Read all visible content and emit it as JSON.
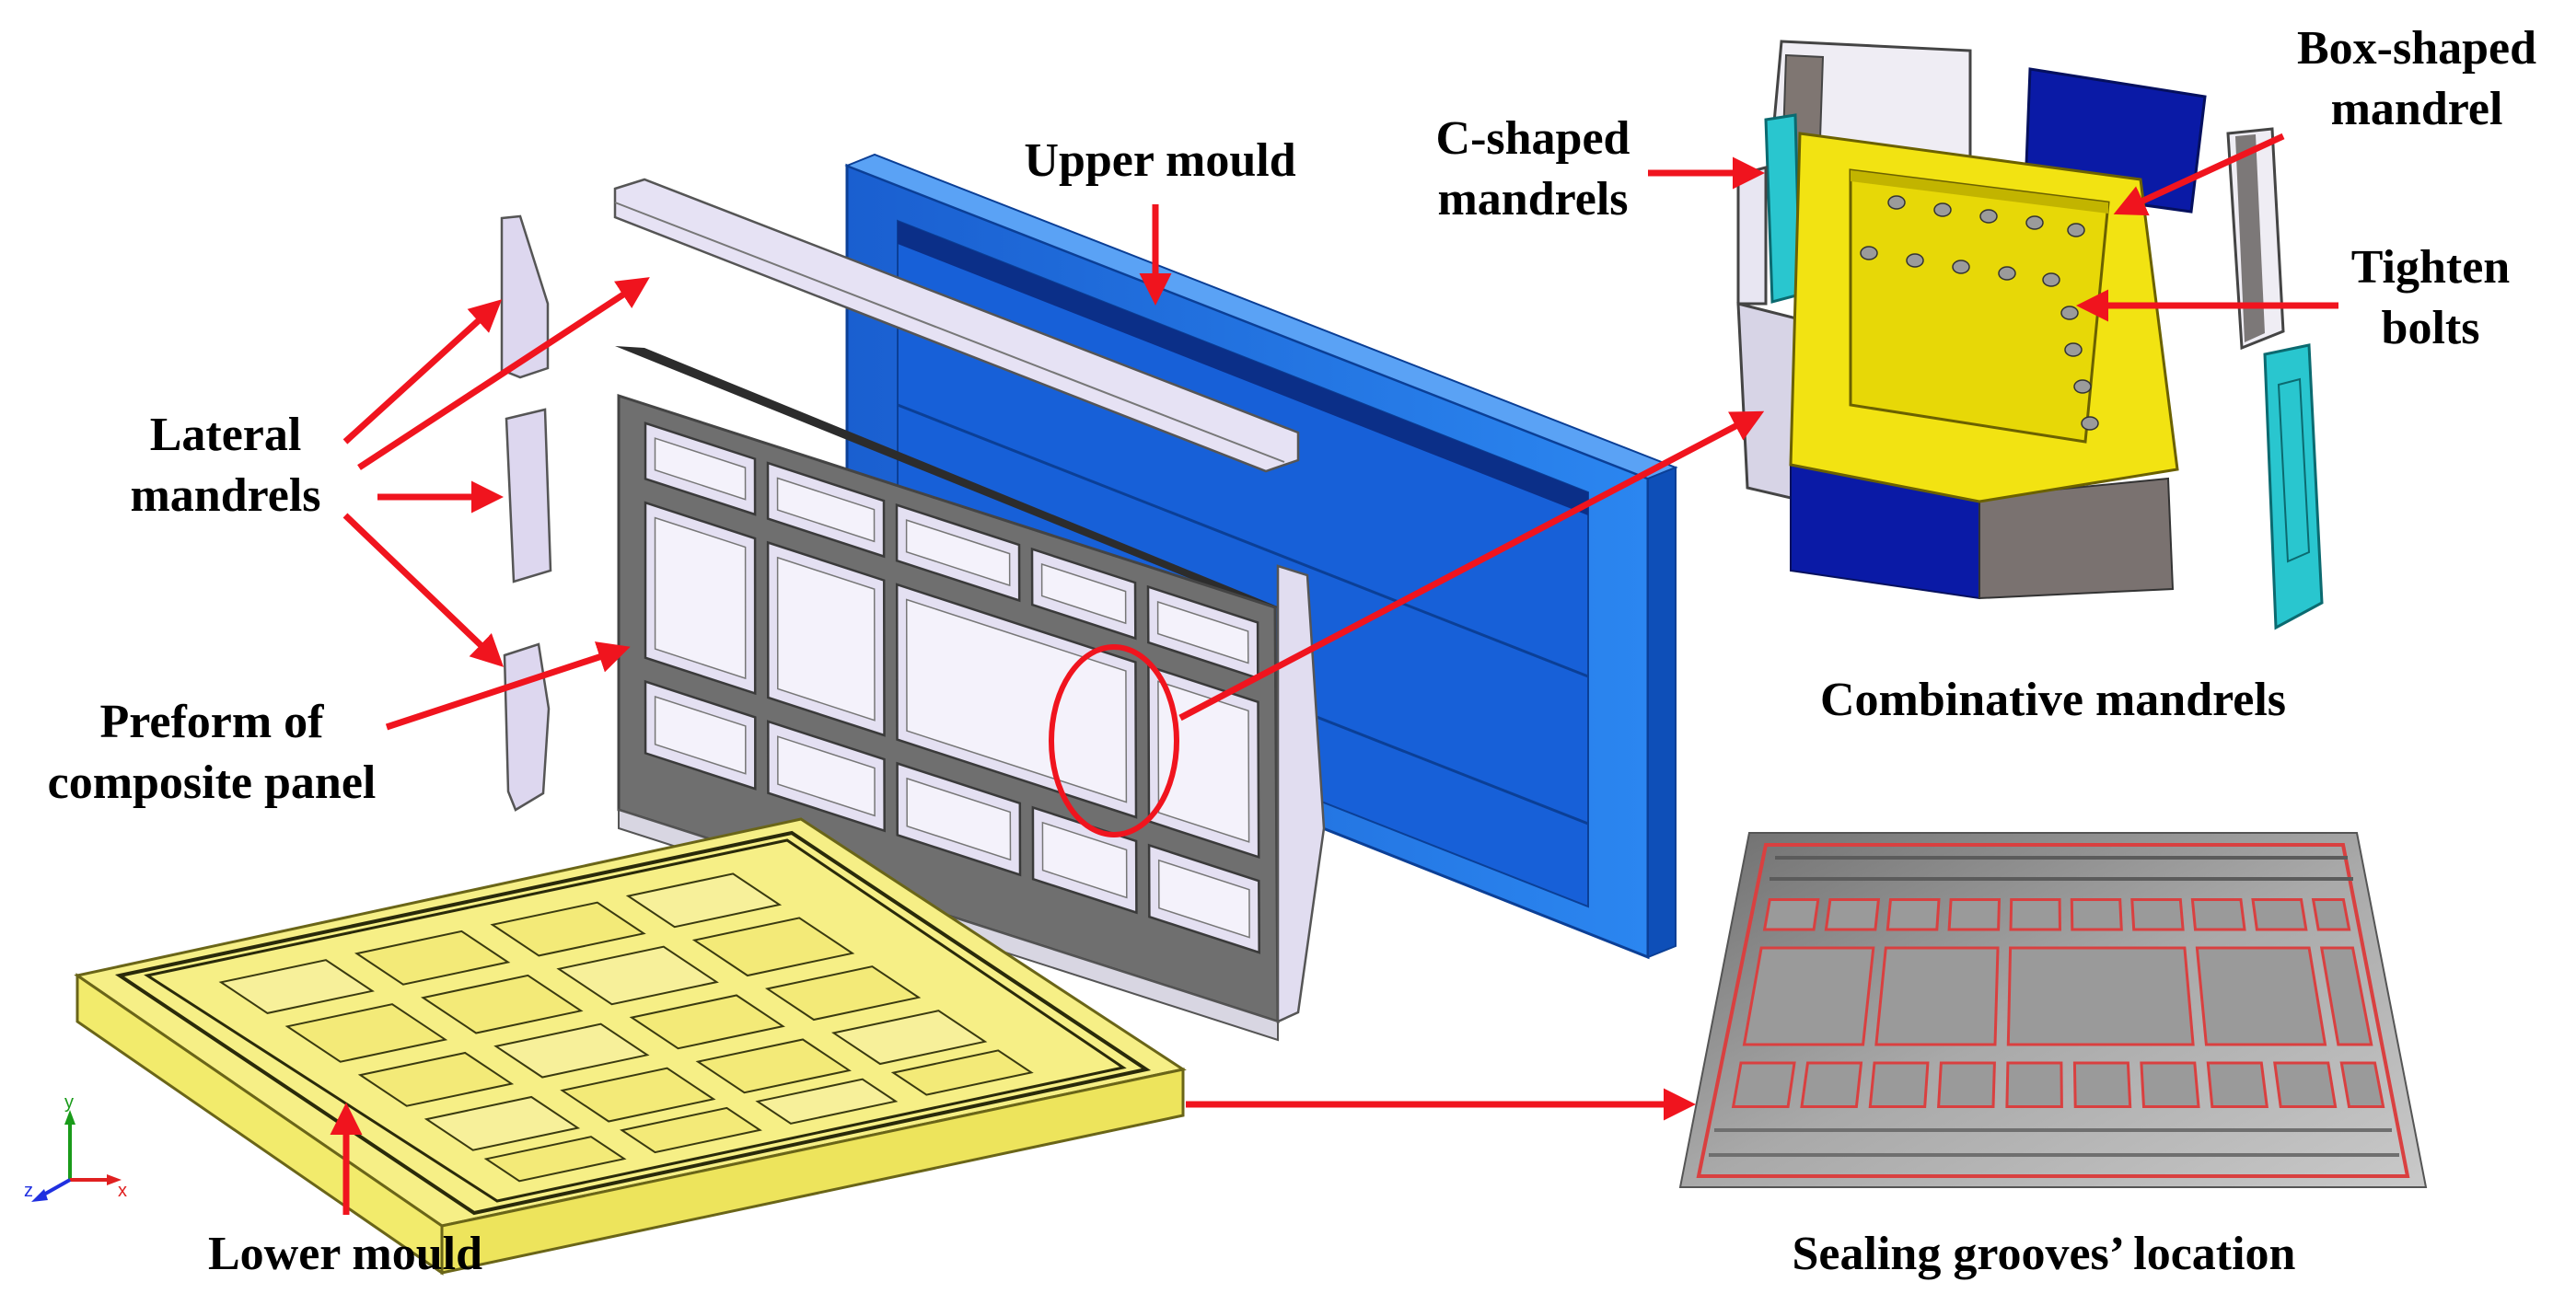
{
  "labels": {
    "upper_mould": "Upper mould",
    "lateral_mandrels_l1": "Lateral",
    "lateral_mandrels_l2": "mandrels",
    "preform_l1": "Preform of",
    "preform_l2": "composite panel",
    "lower_mould": "Lower mould",
    "c_shaped_l1": "C-shaped",
    "c_shaped_l2": "mandrels",
    "box_shaped_l1": "Box-shaped",
    "box_shaped_l2": "mandrel",
    "tighten_l1": "Tighten",
    "tighten_l2": "bolts",
    "combinative": "Combinative mandrels",
    "sealing": "Sealing grooves’ location"
  },
  "axes_triad": {
    "x": "x",
    "y": "y",
    "z": "z"
  },
  "colors": {
    "arrow": "#f0141e",
    "upper_mould": "#1f74e8",
    "lower_mould": "#f5ee86",
    "preform": "#8e8e8e",
    "mandrel_light": "#dcd6ee",
    "box_mandrel": "#f2e312",
    "c_mandrel": "#29c6cf",
    "dark_blue": "#0a1aa6",
    "sealing_panel": "#8a8a8a",
    "groove": "#d94040"
  }
}
